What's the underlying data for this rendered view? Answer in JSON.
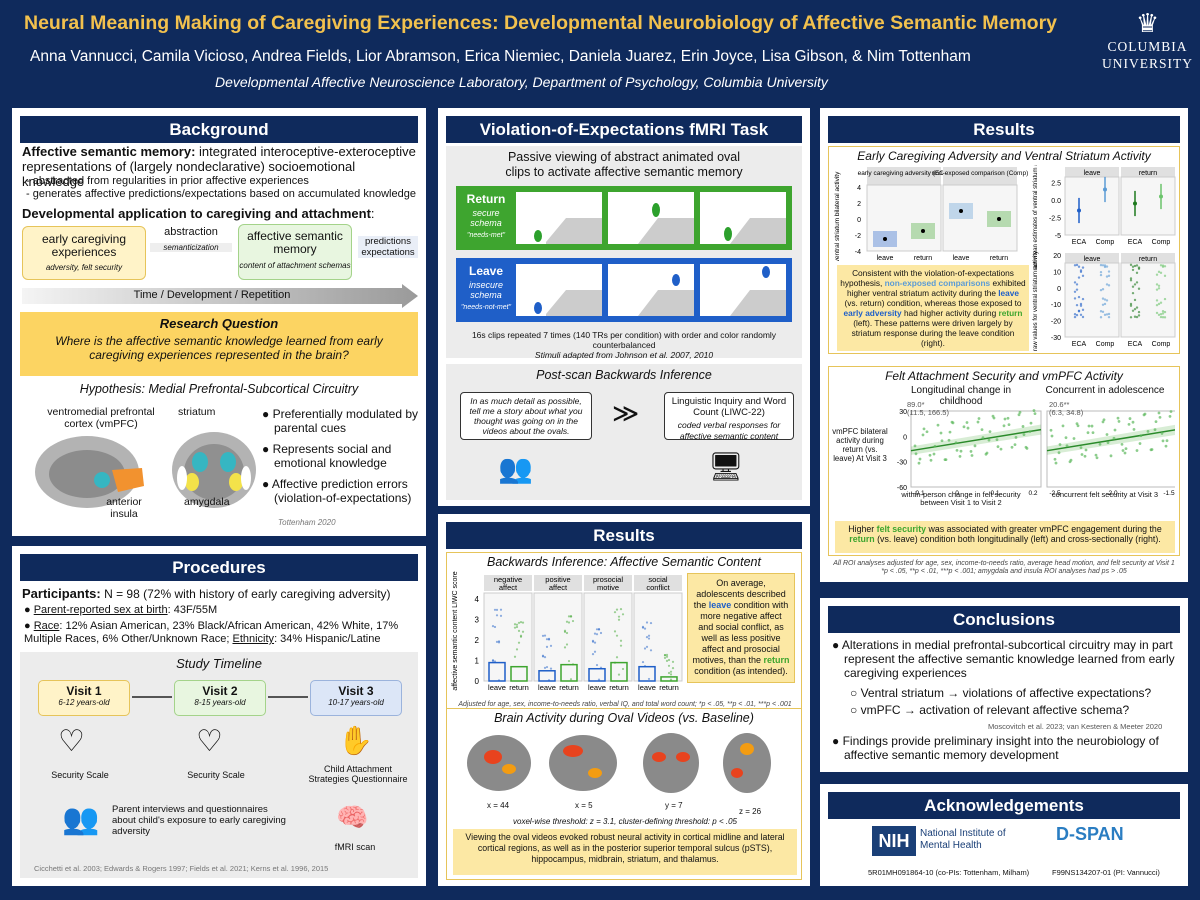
{
  "header": {
    "title": "Neural Meaning Making of Caregiving Experiences: Developmental Neurobiology of Affective Semantic Memory",
    "authors": "Anna Vannucci, Camila Vicioso, Andrea Fields, Lior Abramson, Erica Niemiec, Daniela Juarez, Erin Joyce, Lisa Gibson, & Nim Tottenham",
    "lab": "Developmental Affective Neuroscience Laboratory, Department of Psychology, Columbia University",
    "logo_line1": "COLUMBIA",
    "logo_line2": "UNIVERSITY"
  },
  "background": {
    "title": "Background",
    "asm_bold": "Affective semantic memory:",
    "asm_text": " integrated interoceptive-exteroceptive representations of (largely nondeclarative) socioemotional knowledge",
    "bullets": [
      "-  abstracted from regularities in prior affective experiences",
      "-  generates affective predictions/expectations based on accumulated knowledge"
    ],
    "dev_bold": "Developmental application to caregiving and attachment",
    "dev_colon": ":",
    "box1": "early caregiving experiences",
    "box1_sub": "adversity, felt security",
    "arrow1": "abstraction",
    "arrow1_sub": "semanticization",
    "box2": "affective semantic memory",
    "box2_sub": "content of attachment schemas",
    "box3": "predictions expectations",
    "timeline": "Time / Development / Repetition",
    "rq_title": "Research Question",
    "rq_text": "Where is the affective semantic knowledge learned from early caregiving experiences represented in the brain?",
    "hyp": "Hypothesis: Medial Prefrontal-Subcortical Circuitry",
    "lbl_vmpfc": "ventromedial prefrontal cortex (vmPFC)",
    "lbl_striatum": "striatum",
    "lbl_insula": "anterior insula",
    "lbl_amygdala": "amygdala",
    "points": [
      "Preferentially modulated by parental cues",
      "Represents social and emotional knowledge",
      "Affective prediction errors (violation-of-expectations)"
    ],
    "cite": "Tottenham 2020"
  },
  "procedures": {
    "title": "Procedures",
    "part_bold": "Participants:",
    "part_text": " N = 98 (72% with history of early caregiving adversity)",
    "sex_u": "Parent-reported sex at birth",
    "sex_t": ": 43F/55M",
    "race_u": "Race",
    "race_t": ": 12% Asian American, 23% Black/African American, 42% White, 17% Multiple Races, 6% Other/Unknown Race; ",
    "eth_u": "Ethnicity",
    "eth_t": ": 34% Hispanic/Latine",
    "timeline_title": "Study Timeline",
    "visits": [
      {
        "name": "Visit 1",
        "age": "6-12 years-old"
      },
      {
        "name": "Visit 2",
        "age": "8-15 years-old"
      },
      {
        "name": "Visit 3",
        "age": "10-17 years-old"
      }
    ],
    "measures": [
      "Security Scale",
      "Security Scale",
      "Child Attachment Strategies Questionnaire"
    ],
    "interviews": "Parent interviews and questionnaires about child's exposure to early caregiving adversity",
    "fmri": "fMRI scan",
    "cite": "Cicchetti et al. 2003; Edwards & Rogers 1997; Fields et al. 2021; Kerns et al. 1996, 2015"
  },
  "task": {
    "title": "Violation-of-Expectations fMRI Task",
    "intro": "Passive viewing of abstract animated oval clips to activate affective semantic memory",
    "return_name": "Return",
    "return_schema": "secure schema",
    "return_tag": "\"needs-met\"",
    "leave_name": "Leave",
    "leave_schema": "insecure schema",
    "leave_tag": "\"needs-not-met\"",
    "caption": "16s clips repeated 7 times (140 TRs per condition) with order and color randomly counterbalanced",
    "stim": "Stimuli adapted from Johnson et al. 2007, 2010",
    "pbi_title": "Post-scan Backwards Inference",
    "prompt": "In as much detail as possible, tell me a story about what you thought was going on in the videos about the ovals.",
    "liwc": "Linguistic Inquiry and Word Count (LIWC-22)",
    "liwc_sub": "coded verbal responses for affective semantic content"
  },
  "results_mid": {
    "title": "Results",
    "bi_title": "Backwards Inference: Affective Semantic Content",
    "ylabel": "affective semantic content LIWC score",
    "facets": [
      "negative affect",
      "positive affect",
      "prosocial motive",
      "social conflict"
    ],
    "xcats": [
      "leave",
      "return"
    ],
    "note_pre": "On average, adolescents described the ",
    "note_leave": "leave",
    "note_mid": " condition with more negative affect and social conflict, as well as less positive affect and prosocial motives, than the ",
    "note_return": "return",
    "note_post": " condition (as intended).",
    "adjust": "Adjusted for age, sex, income-to-needs ratio, verbal IQ, and total word count; *p < .05, **p < .01, ***p < .001",
    "ba_title": "Brain Activity during Oval Videos (vs. Baseline)",
    "coords": [
      "x = 44",
      "x = 5",
      "y = 7",
      "z = 26"
    ],
    "thresh": "voxel-wise threshold: z = 3.1, cluster-defining threshold: p < .05",
    "ba_text": "Viewing the oval videos evoked robust neural activity in cortical midline and lateral cortical regions, as well as in the posterior superior temporal sulcus (pSTS), hippocampus, midbrain, striatum, and thalamus."
  },
  "chart_data": [
    {
      "type": "bar",
      "title": "Backwards Inference: Affective Semantic Content",
      "ylabel": "affective semantic content LIWC score",
      "ylim": [
        0,
        4.5
      ],
      "categories": [
        "negative affect",
        "positive affect",
        "prosocial motive",
        "social conflict"
      ],
      "series": [
        {
          "name": "leave",
          "values": [
            0.9,
            0.5,
            0.6,
            0.7
          ]
        },
        {
          "name": "return",
          "values": [
            0.7,
            0.8,
            0.9,
            0.2
          ]
        }
      ]
    },
    {
      "type": "scatter",
      "title": "Early Caregiving Adversity and Ventral Striatum Activity",
      "ylabel": "ventral striatum bilateral activity",
      "ylim": [
        -4,
        4
      ],
      "groups": [
        "early caregiving adversity (ECA)",
        "non-exposed comparison (Comp)"
      ],
      "x": [
        "leave",
        "return"
      ],
      "series": [
        {
          "name": "early caregiving adversity (ECA)",
          "values": [
            -2.5,
            -1.5
          ]
        },
        {
          "name": "non-exposed comparison (Comp)",
          "values": [
            1.0,
            0.0
          ]
        }
      ]
    },
    {
      "type": "scatter",
      "title": "",
      "ylabel": "raw mean estimates of ventral striatum activity",
      "ylim": [
        -5,
        3
      ],
      "facets": [
        "leave",
        "return"
      ],
      "x": [
        "ECA",
        "Comp",
        "ECA",
        "Comp"
      ],
      "values": [
        -1.5,
        1.5,
        -0.5,
        0.5
      ]
    },
    {
      "type": "scatter",
      "title": "",
      "ylabel": "raw values for ventral striatum activity",
      "ylim": [
        -30,
        20
      ],
      "facets": [
        "leave",
        "return"
      ],
      "x": [
        "ECA",
        "Comp",
        "ECA",
        "Comp"
      ]
    },
    {
      "type": "scatter",
      "title": "Felt Attachment Security and vmPFC Activity",
      "subtitles": [
        "Longitudinal change in childhood",
        "Concurrent in adolescence"
      ],
      "ylabel": "vmPFC bilateral activity during return (vs. leave) At Visit 3",
      "ylim": [
        -60,
        30
      ],
      "xlabels": [
        "within-person change in felt security between Visit 1 to Visit 2",
        "concurrent felt security at Visit 3"
      ],
      "stats": [
        "89.0* (11.5, 166.5)",
        "20.6** (6.3, 34.8)"
      ],
      "xticks": [
        [
          "-0.1",
          "0",
          "0.1",
          "0.2"
        ],
        [
          "-2.5",
          "-2.0",
          "-1.5"
        ]
      ]
    }
  ],
  "results_right": {
    "title": "Results",
    "ea_title": "Early Caregiving Adversity and Ventral Striatum Activity",
    "groups": [
      "early caregiving adversity (ECA)",
      "non-exposed comparison (Comp)"
    ],
    "ea_note_1": "Consistent with the violation-of-expectations hypothesis, ",
    "ea_note_comp": "non-exposed comparisons",
    "ea_note_2": " exhibited higher ventral striatum activity during the ",
    "ea_note_leave": "leave",
    "ea_note_3": " (vs. return) condition, whereas those exposed to ",
    "ea_note_eca": "early adversity",
    "ea_note_4": " had higher activity during ",
    "ea_note_return": "return",
    "ea_note_5": " (left). These patterns were driven largely by striatum response during the leave condition (right).",
    "fa_title": "Felt Attachment Security and vmPFC Activity",
    "fa_sub1": "Longitudinal change in childhood",
    "fa_sub2": "Concurrent in adolescence",
    "fa_ylabel": "vmPFC bilateral activity during return (vs. leave) At Visit 3",
    "fa_x1": "within-person change in felt security between Visit 1 to Visit 2",
    "fa_x2": "concurrent felt security at Visit 3",
    "fa_stat1": "89.0*",
    "fa_ci1": "(11.5, 166.5)",
    "fa_stat2": "20.6**",
    "fa_ci2": "(6.3, 34.8)",
    "fa_note_1": "Higher ",
    "fa_note_fs": "felt security",
    "fa_note_2": " was associated with greater vmPFC engagement during the ",
    "fa_note_ret": "return",
    "fa_note_3": " (vs. leave) condition both longitudinally (left) and cross-sectionally (right).",
    "foot": "All ROI analyses adjusted for age, sex, income-to-needs ratio, average head motion, and felt security at Visit 1",
    "foot2": "*p < .05, **p < .01, ***p < .001; amygdala and insula ROI analyses had ps > .05"
  },
  "conclusions": {
    "title": "Conclusions",
    "p1": "Alterations in medial prefrontal-subcortical circuitry may in part represent the affective semantic knowledge learned from early caregiving experiences",
    "s1": "Ventral striatum → violations of affective expectations?",
    "s2": "vmPFC → activation of relevant affective schema?",
    "cite": "Moscovitch et al. 2023; van Kesteren & Meeter 2020",
    "p2": "Findings provide preliminary insight into the neurobiology of affective semantic memory development"
  },
  "ack": {
    "title": "Acknowledgements",
    "nih": "NIH",
    "nimh": "National Institute of Mental Health",
    "grant1": "5R01MH091864-10 (co-PIs: Tottenham, Milham)",
    "dspan": "D-SPAN",
    "grant2": "F99NS134207-01 (PI: Vannucci)"
  }
}
